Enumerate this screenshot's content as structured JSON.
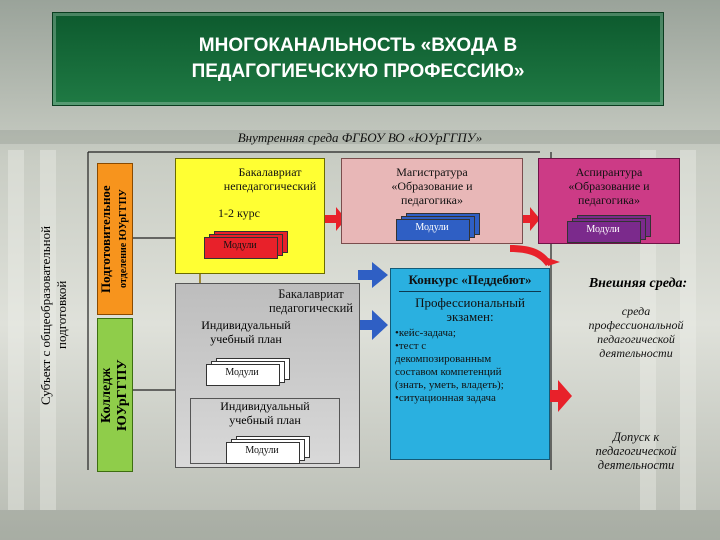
{
  "title": {
    "line1": "МНОГОКАНАЛЬНОСТЬ «ВХОДА В",
    "line2": "ПЕДАГОГИЕЧСКУЮ ПРОФЕССИЮ»"
  },
  "inner_env": "Внутренняя среда ФГБОУ ВО «ЮУрГГПУ»",
  "subject": {
    "line1": "Субъект с общеобразовательной",
    "line2": "подготовкой"
  },
  "prep": {
    "line1": "Подготовительное",
    "line2": "отделение ЮУрГГПУ"
  },
  "college": {
    "line1": "Колледж",
    "line2": "ЮУрГГПУ"
  },
  "bach_nonped": {
    "line1": "Бакалавриат",
    "line2": "непедагогический",
    "course": "1-2 курс",
    "module": "Модули"
  },
  "bach_ped": {
    "line1": "Бакалавриат",
    "line2": "педагогический",
    "iup1_l1": "Индивидуальный",
    "iup1_l2": "учебный план",
    "module1": "Модули",
    "iup2_l1": "Индивидуальный",
    "iup2_l2": "учебный план",
    "module2": "Модули"
  },
  "masters": {
    "line1": "Магистратура",
    "line2": "«Образование и",
    "line3": "педагогика»",
    "module": "Модули"
  },
  "postgrad": {
    "line1": "Аспирантура",
    "line2": "«Образование и",
    "line3": "педагогика»",
    "module": "Модули"
  },
  "contest": {
    "title": "Конкурс «Педдебют»",
    "exam_l1": "Профессиональный",
    "exam_l2": "экзамен:",
    "b1": "•кейс-задача;",
    "b2": "•тест с",
    "b3": "декомпозированным",
    "b4": "составом компетенций",
    "b5": "(знать, уметь, владеть);",
    "b6": "•ситуационная задача"
  },
  "external": {
    "title": "Внешняя среда:",
    "d1": "среда",
    "d2": "профессиональной",
    "d3": "педагогической",
    "d4": "деятельности"
  },
  "admission": {
    "l1": "Допуск к",
    "l2": "педагогической",
    "l3": "деятельности"
  },
  "colors": {
    "title_bg": "#1f7a44",
    "prep": "#f7941d",
    "college": "#8fcd4a",
    "bach_nonped": "#ffff33",
    "bach_ped": "#cfcfcf",
    "masters": "#e8b7b7",
    "postgrad": "#cc3b86",
    "contest": "#2ab0e0",
    "module_red": "#e8212a",
    "module_blue": "#2f5fc4",
    "module_purple": "#7b2a8c",
    "arrow": "#e8212a"
  }
}
